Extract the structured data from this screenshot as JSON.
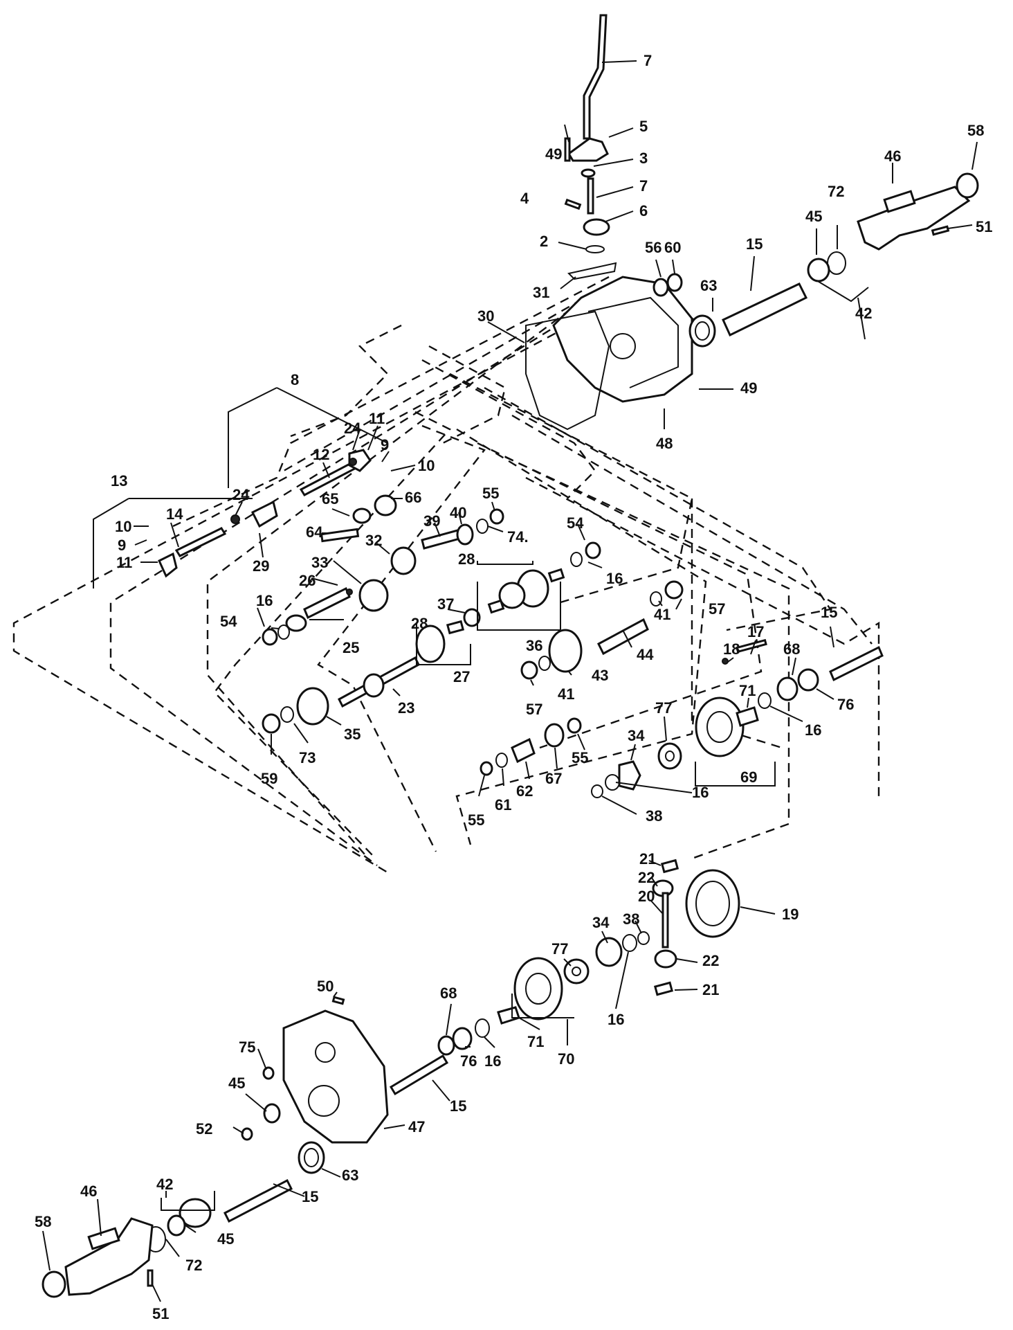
{
  "labels": {
    "l7a": "7",
    "l5": "5",
    "l49a": "49",
    "l3": "3",
    "l7b": "7",
    "l4": "4",
    "l6": "6",
    "l2": "2",
    "l31": "31",
    "l56": "56",
    "l60": "60",
    "l15a": "15",
    "l63a": "63",
    "l45a": "45",
    "l72a": "72",
    "l46a": "46",
    "l58a": "58",
    "l51a": "51",
    "l42a": "42",
    "l30": "30",
    "l49b": "49",
    "l48": "48",
    "l8": "8",
    "l13": "13",
    "l24a": "24",
    "l11a": "11",
    "l9a": "9",
    "l10a": "10",
    "l12": "12",
    "l24b": "24",
    "l14": "14",
    "l10b": "10",
    "l9b": "9",
    "l11b": "11",
    "l29": "29",
    "l65": "65",
    "l66": "66",
    "l64": "64",
    "l55a": "55",
    "l40": "40",
    "l74": "74.",
    "l39": "39",
    "l32": "32",
    "l33": "33",
    "l54a": "54",
    "l16a": "16",
    "l28a": "28",
    "l26": "26",
    "l37": "37",
    "l28b": "28",
    "l36": "36",
    "l57a": "57",
    "l41a": "41",
    "l16b": "16",
    "l54b": "54",
    "l25": "25",
    "l27": "27",
    "l44": "44",
    "l23": "23",
    "l43": "43",
    "l57b": "57",
    "l41b": "41",
    "l35": "35",
    "l73": "73",
    "l59": "59",
    "l15b": "15",
    "l17": "17",
    "l18": "18",
    "l68a": "68",
    "l71a": "71",
    "l76a": "76",
    "l16c": "16",
    "l77a": "77",
    "l34a": "34",
    "l69": "69",
    "l16d": "16",
    "l38a": "38",
    "l55b": "55",
    "l67": "67",
    "l62": "62",
    "l61": "61",
    "l55c": "55",
    "l21a": "21",
    "l22a": "22",
    "l20": "20",
    "l19": "19",
    "l38b": "38",
    "l22b": "22",
    "l21b": "21",
    "l34b": "34",
    "l77b": "77",
    "l16e": "16",
    "l50": "50",
    "l68b": "68",
    "l71b": "71",
    "l76b": "76",
    "l16f": "16",
    "l70": "70",
    "l75": "75",
    "l45b": "45",
    "l52": "52",
    "l15c": "15",
    "l47": "47",
    "l63b": "63",
    "l15d": "15",
    "l42b": "42",
    "l46b": "46",
    "l58b": "58",
    "l72b": "72",
    "l45c": "45",
    "l51b": "51"
  }
}
